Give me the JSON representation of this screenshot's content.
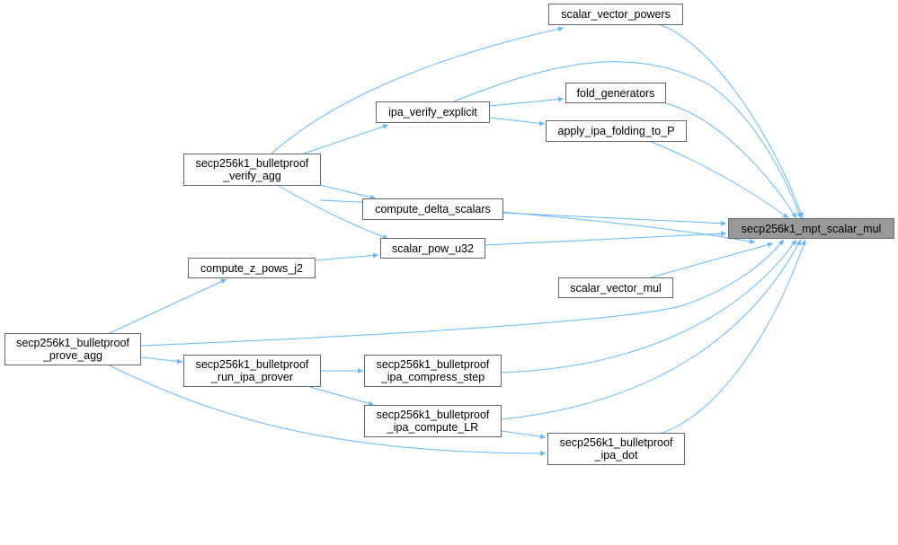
{
  "graph": {
    "type": "caller-graph",
    "edge_color": "#63b8ff",
    "target_fill": "#999999",
    "nodes": [
      {
        "id": "svp",
        "lines": [
          "scalar_vector_powers"
        ]
      },
      {
        "id": "fold",
        "lines": [
          "fold_generators"
        ]
      },
      {
        "id": "ive",
        "lines": [
          "ipa_verify_explicit"
        ]
      },
      {
        "id": "apply",
        "lines": [
          "apply_ipa_folding_to_P"
        ]
      },
      {
        "id": "verify",
        "lines": [
          "secp256k1_bulletproof",
          "_verify_agg"
        ]
      },
      {
        "id": "delta",
        "lines": [
          "compute_delta_scalars"
        ]
      },
      {
        "id": "target",
        "lines": [
          "secp256k1_mpt_scalar_mul"
        ],
        "is_target": true
      },
      {
        "id": "pow",
        "lines": [
          "scalar_pow_u32"
        ]
      },
      {
        "id": "zpows",
        "lines": [
          "compute_z_pows_j2"
        ]
      },
      {
        "id": "svm",
        "lines": [
          "scalar_vector_mul"
        ]
      },
      {
        "id": "prove",
        "lines": [
          "secp256k1_bulletproof",
          "_prove_agg"
        ]
      },
      {
        "id": "run",
        "lines": [
          "secp256k1_bulletproof",
          "_run_ipa_prover"
        ]
      },
      {
        "id": "compress",
        "lines": [
          "secp256k1_bulletproof",
          "_ipa_compress_step"
        ]
      },
      {
        "id": "lr",
        "lines": [
          "secp256k1_bulletproof",
          "_ipa_compute_LR"
        ]
      },
      {
        "id": "dot",
        "lines": [
          "secp256k1_bulletproof",
          "_ipa_dot"
        ]
      }
    ],
    "edges": [
      [
        "verify",
        "svp"
      ],
      [
        "verify",
        "ive"
      ],
      [
        "verify",
        "target"
      ],
      [
        "verify",
        "delta"
      ],
      [
        "verify",
        "pow"
      ],
      [
        "ive",
        "target"
      ],
      [
        "ive",
        "fold"
      ],
      [
        "ive",
        "apply"
      ],
      [
        "svp",
        "target"
      ],
      [
        "fold",
        "target"
      ],
      [
        "apply",
        "target"
      ],
      [
        "delta",
        "target"
      ],
      [
        "pow",
        "target"
      ],
      [
        "zpows",
        "pow"
      ],
      [
        "svm",
        "target"
      ],
      [
        "prove",
        "zpows"
      ],
      [
        "prove",
        "target"
      ],
      [
        "prove",
        "run"
      ],
      [
        "prove",
        "dot"
      ],
      [
        "run",
        "compress"
      ],
      [
        "run",
        "lr"
      ],
      [
        "compress",
        "target"
      ],
      [
        "lr",
        "target"
      ],
      [
        "lr",
        "dot"
      ],
      [
        "dot",
        "target"
      ]
    ]
  }
}
